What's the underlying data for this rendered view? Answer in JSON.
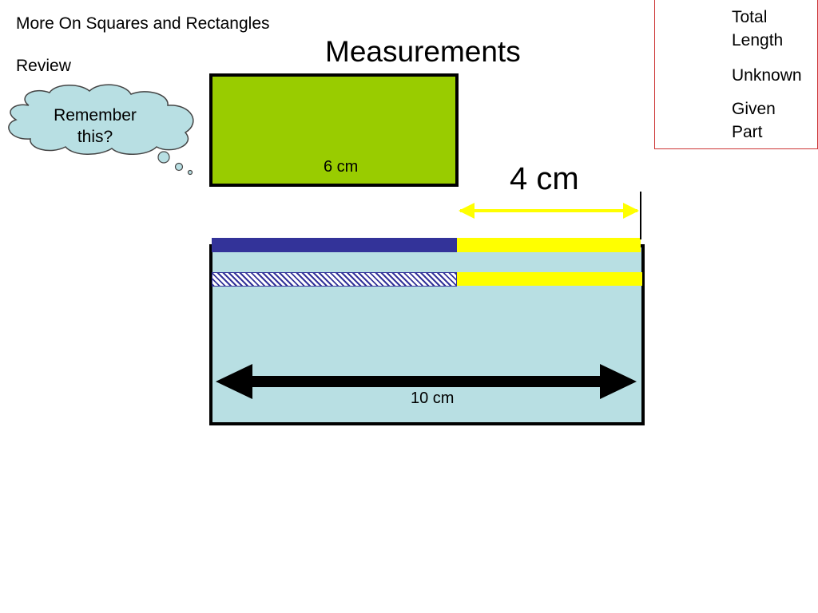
{
  "slide": {
    "title": "More On Squares and Rectangles",
    "review": "Review",
    "heading": "Measurements"
  },
  "thought_bubble": {
    "text": "Remember this?"
  },
  "legend": {
    "total_label": "Total Length",
    "unknown_label": "Unknown",
    "given_label": "Given Part"
  },
  "labels": {
    "unknown_measure": "4 cm",
    "given_measure": "6 cm",
    "total_measure": "10 cm"
  },
  "colors": {
    "green_rect": "#99cc00",
    "light_blue_rect": "#b8dfe3",
    "unknown_yellow": "#ffff00",
    "given_blue": "#333399",
    "legend_border": "#cc3333",
    "bubble_fill": "#b8dfe3"
  }
}
